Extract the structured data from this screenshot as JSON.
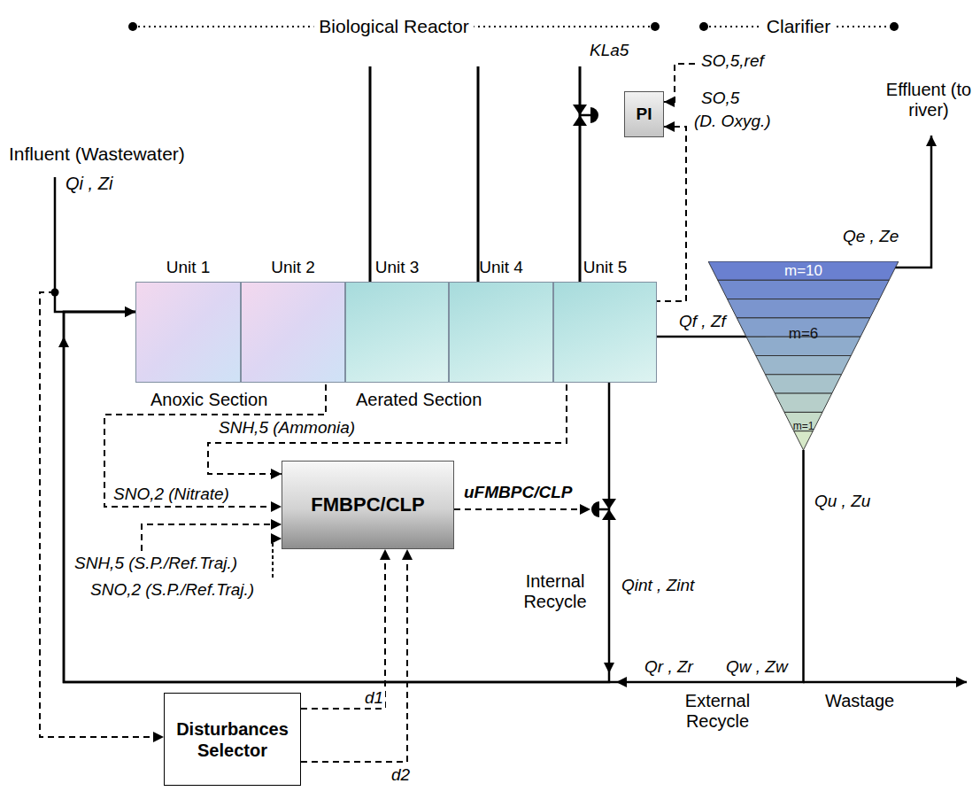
{
  "diagram": {
    "nodes": [
      {
        "text": [
          "Unit 1"
        ]
      },
      {
        "text": [
          "Unit 2"
        ]
      },
      {
        "text": [
          "Unit 3"
        ]
      },
      {
        "text": [
          "Unit 4"
        ]
      },
      {
        "text": [
          "Unit 5"
        ]
      },
      {
        "text": [
          "m=10",
          "m=6",
          "m=1"
        ]
      },
      {
        "text": [
          "PI"
        ]
      },
      {
        "text": [
          "FMBPC/CLP"
        ]
      },
      {
        "text": [
          "Disturbances Selector"
        ]
      }
    ],
    "edges": [
      {
        "from": 0,
        "to": 1,
        "arrow": "to"
      },
      {
        "from": 1,
        "to": 2,
        "arrow": "to"
      },
      {
        "from": 2,
        "to": 3,
        "arrow": "to"
      },
      {
        "from": 3,
        "to": 4,
        "arrow": "to"
      },
      {
        "from": 4,
        "to": 5,
        "label": "Qf , Zf",
        "arrow": "to"
      },
      {
        "from": 4,
        "to": 6,
        "arrow": "to"
      },
      {
        "from": 1,
        "to": 7,
        "arrow": "to"
      },
      {
        "from": 4,
        "to": 7,
        "arrow": "to"
      },
      {
        "from": 8,
        "to": 7,
        "label": "d1",
        "arrow": "to"
      },
      {
        "from": 8,
        "to": 7,
        "label": "d2",
        "arrow": "to"
      },
      {
        "from": 4,
        "to": 0,
        "arrow": "to"
      },
      {
        "from": 5,
        "to": 0,
        "arrow": "to"
      }
    ],
    "labels": [
      "Biological Reactor",
      "Clarifier",
      "Influent (Wastewater)",
      "Qi , Zi",
      "KLa5",
      "SO,5,ref",
      "SO,5",
      "(D. Oxyg.)",
      "Effluent (to river)",
      "Qe , Ze",
      "Anoxic Section",
      "Aerated Section",
      "SNH,5 (Ammonia)",
      "SNO,2 (Nitrate)",
      "SNH,5 (S.P./Ref.Traj.)",
      "SNO,2 (S.P./Ref.Traj.)",
      "uFMBPC/CLP",
      "Internal Recycle",
      "Qint , Zint",
      "Qu , Zu",
      "Qr , Zr",
      "Qw , Zw",
      "External Recycle",
      "Wastage"
    ]
  }
}
